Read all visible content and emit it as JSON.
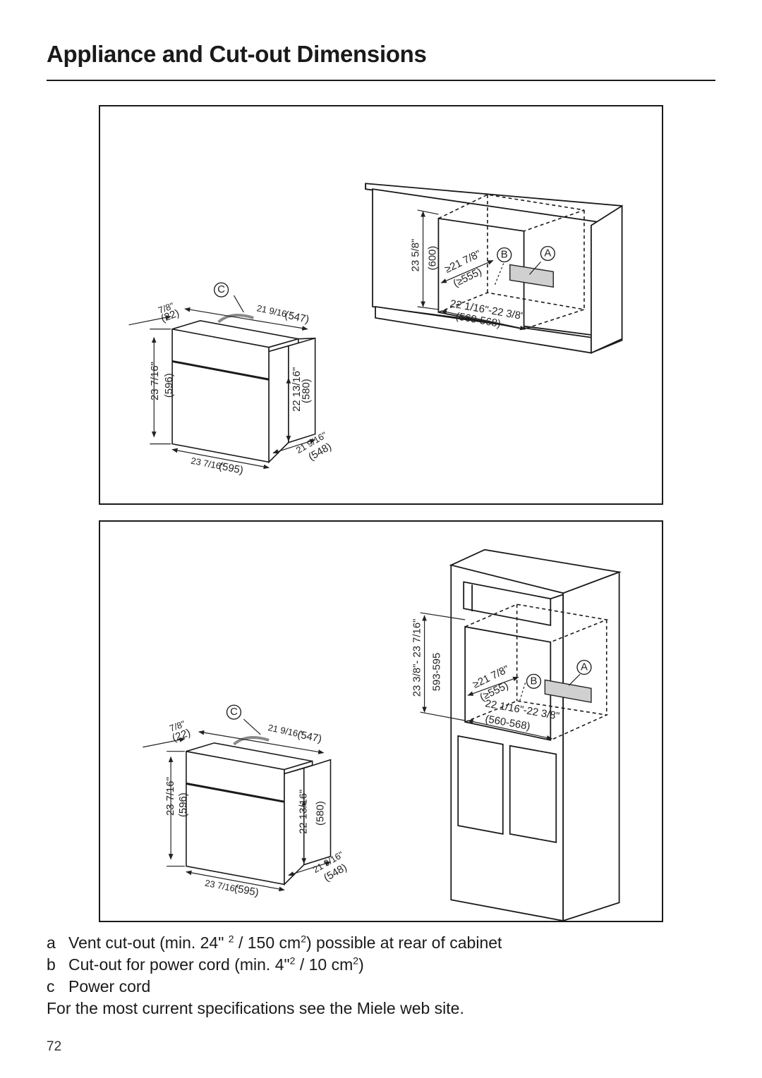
{
  "page": {
    "title": "Appliance and Cut-out Dimensions",
    "page_number": "72"
  },
  "figure1": {
    "callouts": {
      "a": "A",
      "b": "B",
      "c": "C"
    },
    "oven": {
      "depth_top_in": "21 9/16 \"",
      "depth_top_mm": "(547)",
      "fascia_in": "7/8\"",
      "fascia_mm": "(22)",
      "height_in": "23 7/16\"",
      "height_mm": "(596)",
      "body_height_in": "22 13/16\"",
      "body_height_mm": "(580)",
      "body_depth_in": "21 9/16\"",
      "body_depth_mm": "(548)",
      "width_in": "23 7/16\"",
      "width_mm": "(595)"
    },
    "cabinet": {
      "height_in": "23 5/8\"",
      "height_mm": "(600)",
      "depth_in": "≥21 7/8\"",
      "depth_mm": "(≥555)",
      "width_in": "22 1/16\"-22 3/8\"",
      "width_mm": "(560-568)"
    }
  },
  "figure2": {
    "callouts": {
      "a": "A",
      "b": "B",
      "c": "C"
    },
    "oven": {
      "depth_top_in": "21 9/16 \"",
      "depth_top_mm": "(547)",
      "fascia_in": "7/8\"",
      "fascia_mm": "(22)",
      "height_in": "23 7/16\"",
      "height_mm": "(596)",
      "body_height_in": "22 13/16\"",
      "body_height_mm": "(580)",
      "body_depth_in": "21 9/16\"",
      "body_depth_mm": "(548)",
      "width_in": "23 7/16\"",
      "width_mm": "(595)"
    },
    "cabinet": {
      "height_in": "23 3/8\"- 23 7/16\"",
      "height_mm": "593-595",
      "depth_in": "≥21 7/8\"",
      "depth_mm": "(≥555)",
      "width_in": "22 1/16\"-22 3/8\"",
      "width_mm": "(560-568)"
    }
  },
  "legend": {
    "a_key": "a",
    "a_pre": "Vent cut-out (min. 24\" ",
    "a_sup1": "2",
    "a_mid": " / 150 cm",
    "a_sup2": "2",
    "a_post": ") possible at rear of cabinet",
    "b_key": "b",
    "b_pre": "Cut-out for power cord (min. 4\"",
    "b_sup1": "2",
    "b_mid": " / 10 cm",
    "b_sup2": "2",
    "b_post": ")",
    "c_key": "c",
    "c_text": "Power cord",
    "note": "For the most current specifications see the Miele web site."
  }
}
